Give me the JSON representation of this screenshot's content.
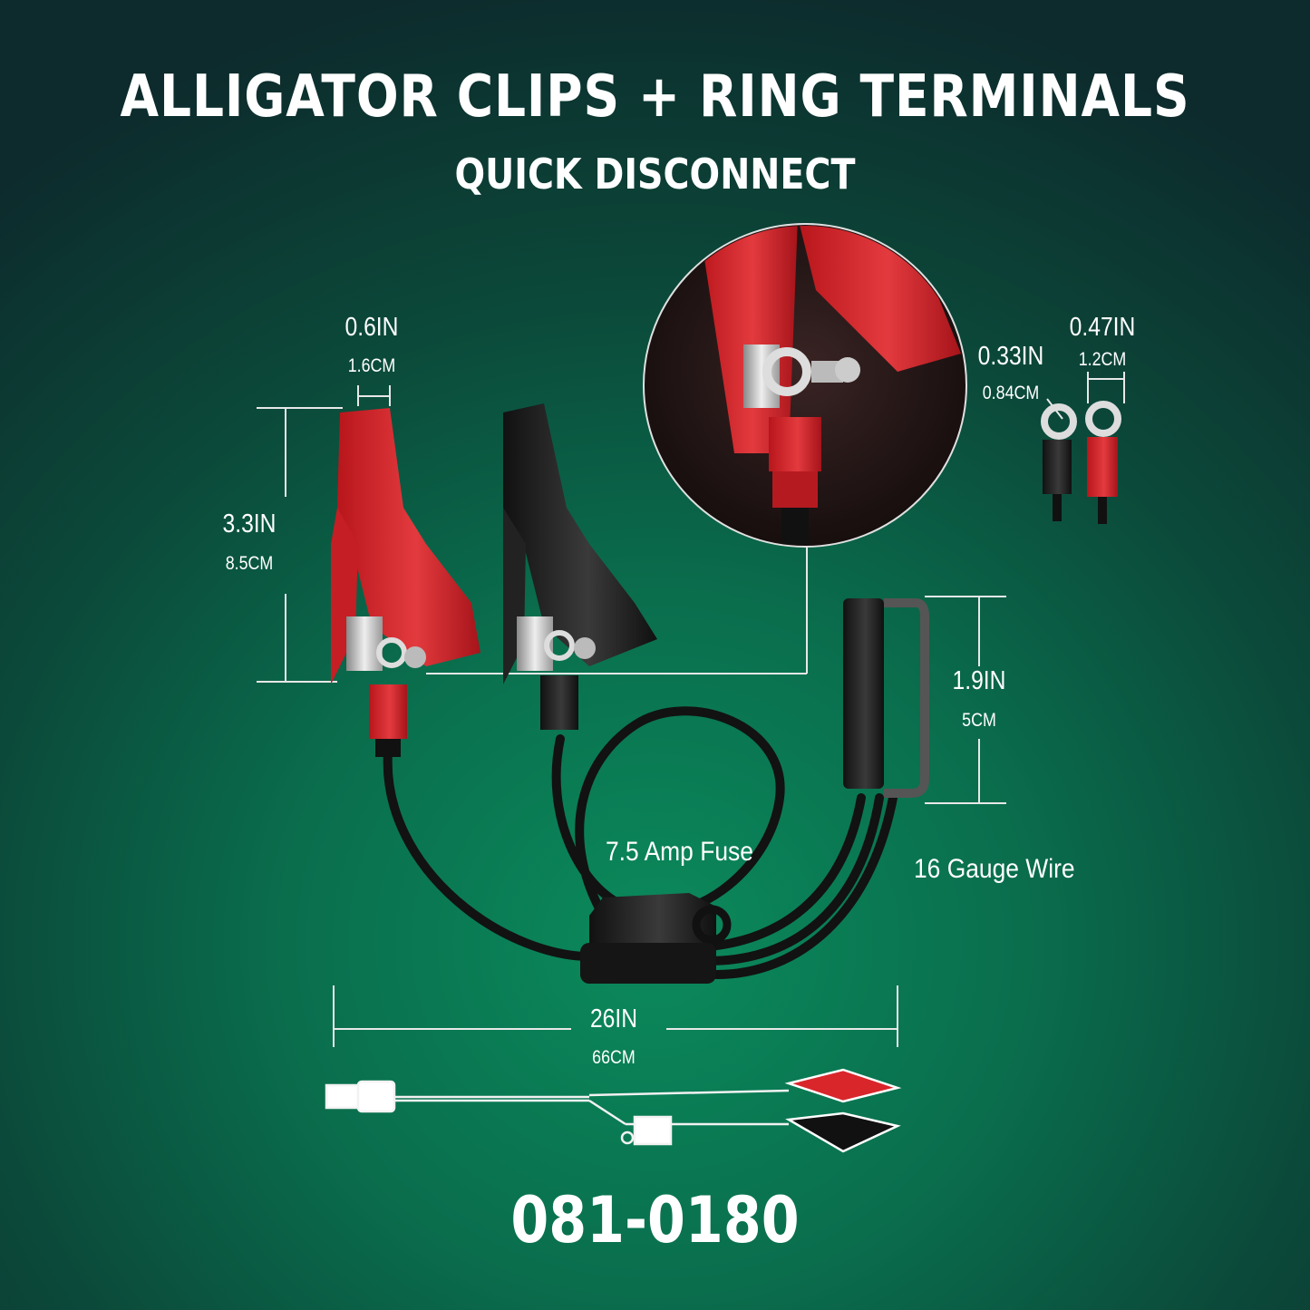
{
  "header": {
    "title": "ALLIGATOR CLIPS + RING TERMINALS",
    "subtitle": "QUICK DISCONNECT"
  },
  "dimensions": {
    "clip_width_in": "0.6IN",
    "clip_width_cm": "1.6CM",
    "clip_length_in": "3.3IN",
    "clip_length_cm": "8.5CM",
    "ring_small_in": "0.33IN",
    "ring_small_cm": "0.84CM",
    "ring_large_in": "0.47IN",
    "ring_large_cm": "1.2CM",
    "connector_in": "1.9IN",
    "connector_cm": "5CM",
    "cable_in": "26IN",
    "cable_cm": "66CM"
  },
  "notes": {
    "fuse": "7.5 Amp Fuse",
    "wire": "16 Gauge Wire"
  },
  "part_number": "081-0180",
  "colors": {
    "red": "#d8262b",
    "black": "#1a1a1a",
    "background_center": "#0b8a5c",
    "background_edge": "#0d2a2c"
  }
}
